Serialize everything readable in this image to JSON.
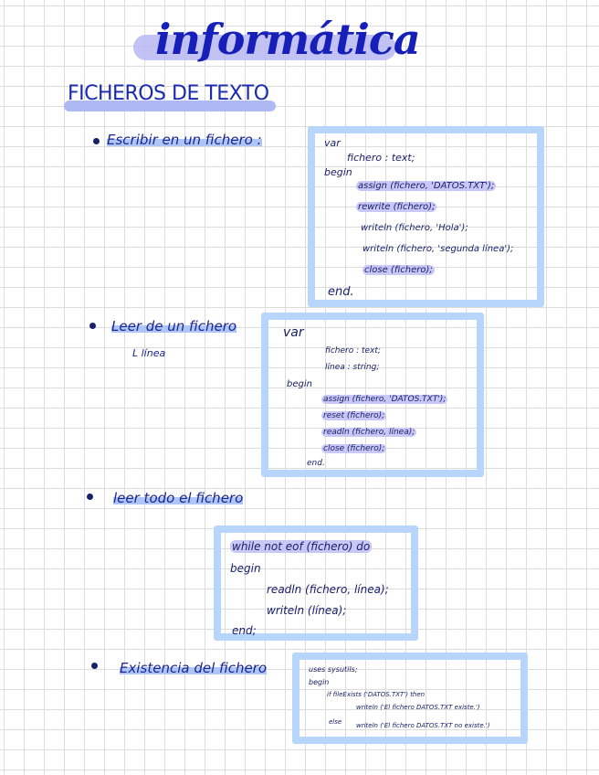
{
  "title": "informática",
  "subtitle": "FICHEROS DE TEXTO",
  "sections": [
    {
      "label": "Escribir en un fichero :",
      "code": [
        "var",
        "fichero : text;",
        "begin",
        "assign (fichero, 'DATOS.TXT');",
        "rewrite (fichero);",
        "writeln (fichero, 'Hola');",
        "writeln (fichero, 'segunda línea');",
        "close (fichero);",
        "end."
      ]
    },
    {
      "label": "Leer de un fichero",
      "sublabel": "L línea",
      "code": [
        "var",
        "fichero : text;",
        "línea : string;",
        "begin",
        "assign (fichero, 'DATOS.TXT');",
        "reset (fichero);",
        "readln (fichero, línea);",
        "close (fichero);",
        "end."
      ]
    },
    {
      "label": "leer todo el fichero",
      "code": [
        "while not eof (fichero) do",
        "begin",
        "readln (fichero, línea);",
        "writeln (línea);",
        "end;"
      ]
    },
    {
      "label": "Existencia del fichero",
      "code": [
        "uses sysutils;",
        "begin",
        "if fileExists ('DATOS.TXT') then",
        "writeln ('El fichero DATOS.TXT existe.')",
        "else",
        "writeln ('El fichero DATOS.TXT no existe.')"
      ]
    }
  ]
}
